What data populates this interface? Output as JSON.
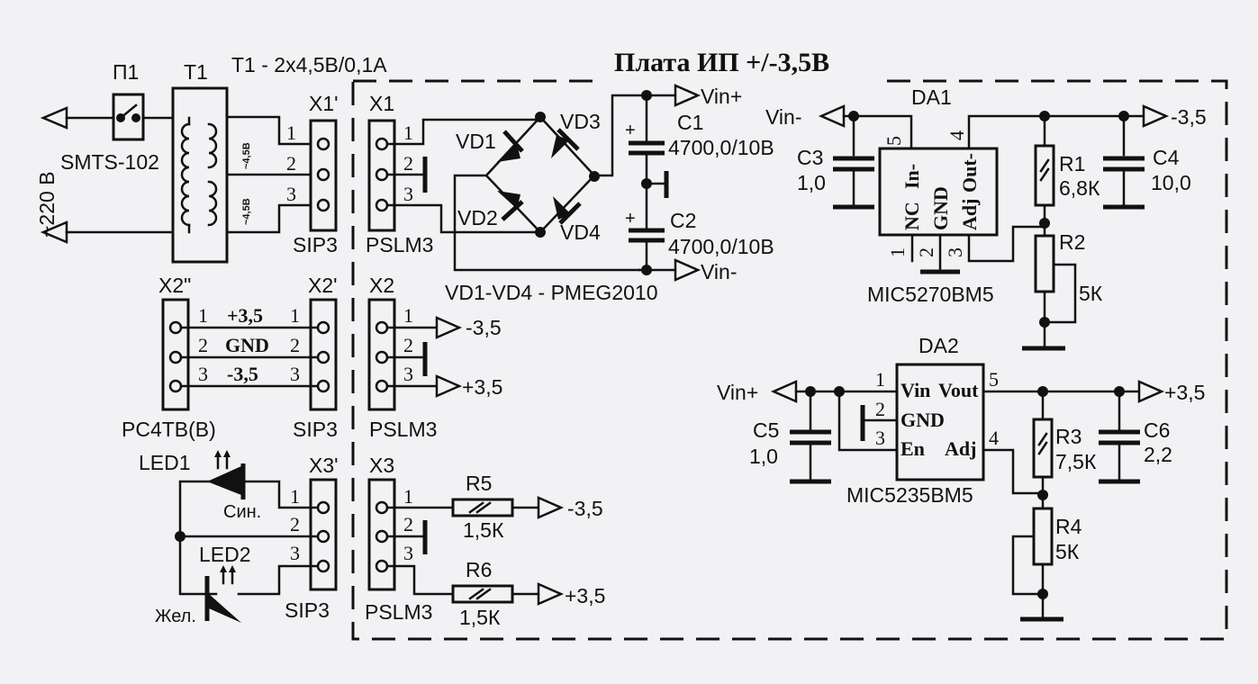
{
  "title": "Плата ИП +/-3,5В",
  "transformer": {
    "ref": "T1",
    "spec": "T1 - 2x4,5В/0,1А",
    "winding1": "~4,5В",
    "winding2": "~4,5В"
  },
  "switch": {
    "ref": "П1",
    "part": "SMTS-102"
  },
  "mains": "~220 В",
  "connectors": {
    "x1p": "X1'",
    "x1": "X1",
    "x2pp": "X2\"",
    "x2p": "X2'",
    "x2": "X2",
    "x3p": "X3'",
    "x3": "X3",
    "sip3": "SIP3",
    "pslm3": "PSLM3",
    "pc4tb": "PC4TB(B)"
  },
  "pins": [
    "1",
    "2",
    "3",
    "4",
    "5"
  ],
  "rails": {
    "x2_1": "+3,5",
    "x2_2": "GND",
    "x2_3": "-3,5"
  },
  "diodes": {
    "vd1": "VD1",
    "vd2": "VD2",
    "vd3": "VD3",
    "vd4": "VD4",
    "note": "VD1-VD4 - PMEG2010"
  },
  "caps": {
    "c1": "C1",
    "c1v": "4700,0/10В",
    "c2": "C2",
    "c2v": "4700,0/10В",
    "c3": "C3",
    "c3v": "1,0",
    "c4": "C4",
    "c4v": "10,0",
    "c5": "C5",
    "c5v": "1,0",
    "c6": "C6",
    "c6v": "2,2"
  },
  "resistors": {
    "r1": "R1",
    "r1v": "6,8К",
    "r2": "R2",
    "r2v": "5К",
    "r3": "R3",
    "r3v": "7,5К",
    "r4": "R4",
    "r4v": "5К",
    "r5": "R5",
    "r5v": "1,5К",
    "r6": "R6",
    "r6v": "1,5К"
  },
  "nets": {
    "vinp": "Vin+",
    "vinn": "Vin-",
    "m35": "-3,5",
    "p35": "+3,5"
  },
  "da1": {
    "ref": "DA1",
    "part": "MIC5270BM5",
    "in": "In-",
    "out": "Out-",
    "nc": "NC",
    "gnd": "GND",
    "adj": "Adj"
  },
  "da2": {
    "ref": "DA2",
    "part": "MIC5235BM5",
    "vin": "Vin",
    "vout": "Vout",
    "gnd": "GND",
    "en": "En",
    "adj": "Adj"
  },
  "leds": {
    "led1": "LED1",
    "led1c": "Син.",
    "led2": "LED2",
    "led2c": "Жел."
  }
}
